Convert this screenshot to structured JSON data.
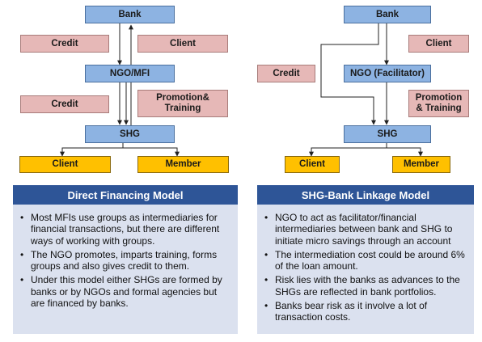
{
  "left": {
    "bank": "Bank",
    "credit_top": "Credit",
    "client_top": "Client",
    "ngo_mfi": "NGO/MFI",
    "credit_mid": "Credit",
    "promotion_training": "Promotion& Training",
    "shg": "SHG",
    "client_bottom": "Client",
    "member": "Member",
    "title": "Direct Financing Model",
    "bullets": [
      "Most MFIs use groups as intermediaries for financial transactions, but there are different ways of working with groups.",
      "The NGO promotes, imparts training, forms groups and also gives credit to them.",
      "Under this model either SHGs are formed by banks or by NGOs and formal agencies but are financed by banks."
    ]
  },
  "right": {
    "bank": "Bank",
    "client_top": "Client",
    "credit": "Credit",
    "ngo_facilitator": "NGO (Facilitator)",
    "promotion_training": "Promotion & Training",
    "shg": "SHG",
    "client_bottom": "Client",
    "member": "Member",
    "title": "SHG-Bank Linkage Model",
    "bullets": [
      "NGO to act as facilitator/financial intermediaries between bank and  SHG to initiate micro savings through an account",
      "The intermediation cost could be around 6% of the loan amount.",
      "Risk lies with the banks as advances to the SHGs are reflected in bank portfolios.",
      "Banks bear risk as it involve a lot of transaction costs."
    ]
  },
  "colors": {
    "node_blue": "#8db3e2",
    "label_pink": "#e6b8b7",
    "leaf_gold": "#ffc000",
    "header_navy": "#2e5597",
    "panel_bg": "#dbe1ef"
  }
}
